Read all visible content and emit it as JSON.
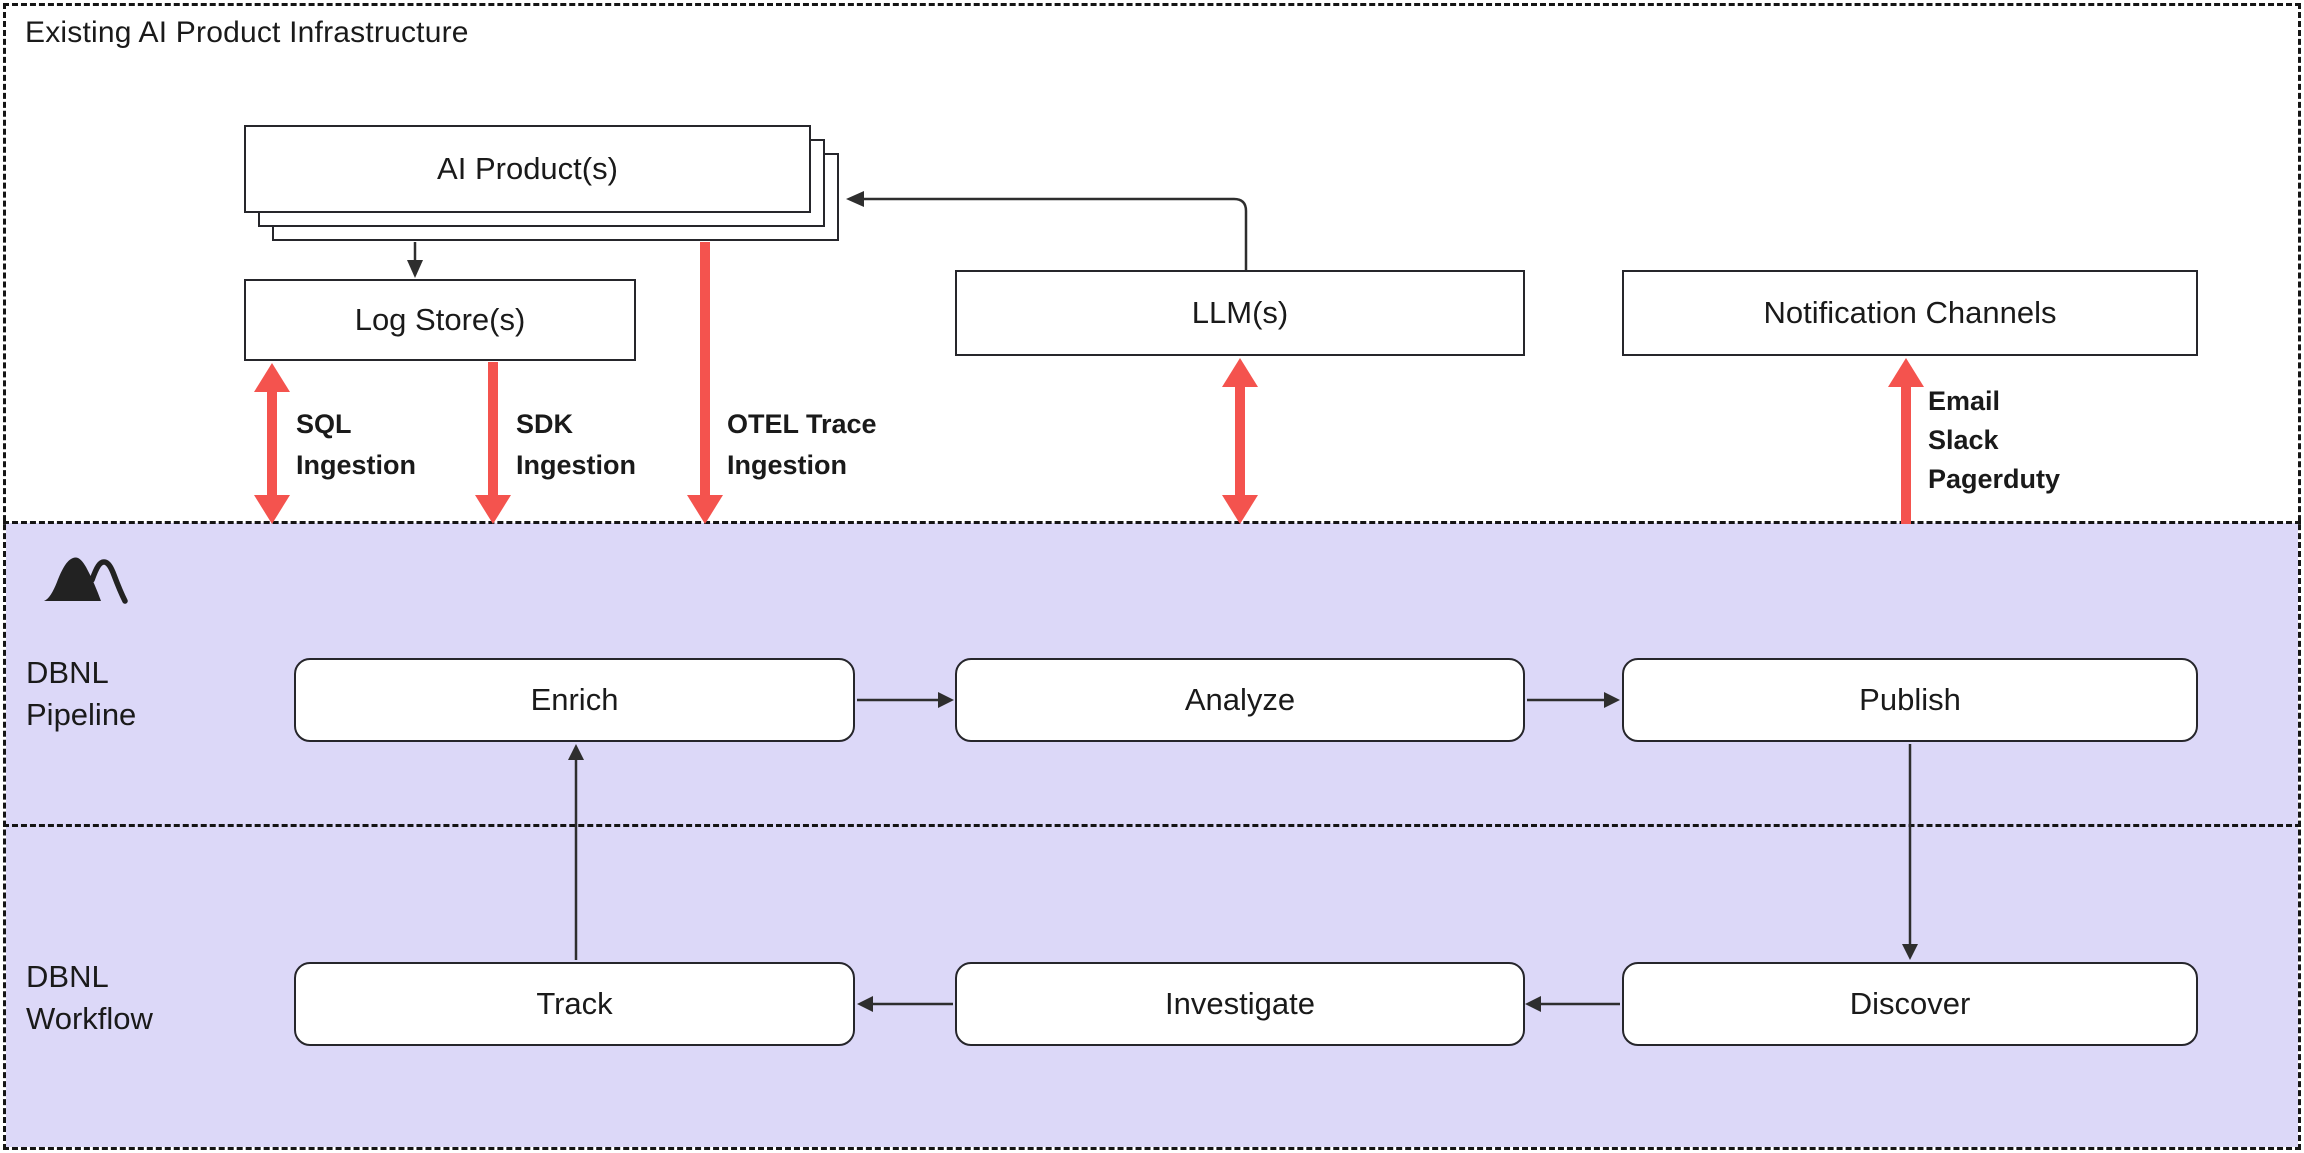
{
  "colors": {
    "red": "#f4534e",
    "purple": "#dcd8f8",
    "ink": "#1a1a1a"
  },
  "infrastructure": {
    "title": "Existing AI Product Infrastructure",
    "ai_product": "AI Product(s)",
    "log_store": "Log Store(s)",
    "llm": "LLM(s)",
    "notification": "Notification Channels",
    "sql_label": [
      "SQL",
      "Ingestion"
    ],
    "sdk_label": [
      "SDK",
      "Ingestion"
    ],
    "otel_label": [
      "OTEL Trace",
      "Ingestion"
    ],
    "notify_label": [
      "Email",
      "Slack",
      "Pagerduty"
    ]
  },
  "pipeline": {
    "label": [
      "DBNL",
      "Pipeline"
    ],
    "enrich": "Enrich",
    "analyze": "Analyze",
    "publish": "Publish"
  },
  "workflow": {
    "label": [
      "DBNL",
      "Workflow"
    ],
    "track": "Track",
    "investigate": "Investigate",
    "discover": "Discover"
  }
}
